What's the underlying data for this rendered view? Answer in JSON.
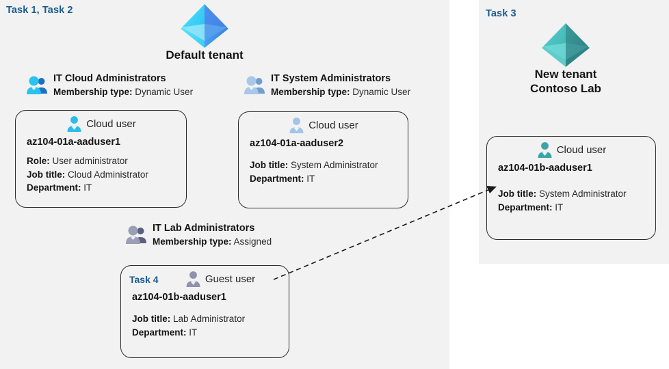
{
  "colors": {
    "panel_background": "#f2f2f2",
    "page_background": "#ffffff",
    "task_label": "#1a5b8f",
    "text_primary": "#141414",
    "text_secondary": "#2a2a2a",
    "card_border": "#2b2b2b",
    "default_tenant_icon": "#2fc8f5",
    "new_tenant_icon": "#35a8a8",
    "cloud_user_icon_bright": "#29b6e8",
    "cloud_user_icon_muted": "#9fc0e0",
    "cloud_user_icon_teal": "#3aa6a6",
    "guest_user_icon": "#8e92ab"
  },
  "panels": {
    "left": {
      "task_label": "Task 1, Task 2"
    },
    "right": {
      "task_label": "Task 3"
    }
  },
  "tenants": {
    "default": {
      "icon": "azure-ad-tenant-icon",
      "name_line1": "Default tenant",
      "name_line2": ""
    },
    "new": {
      "icon": "azure-ad-tenant-icon",
      "name_line1": "New  tenant",
      "name_line2": "Contoso Lab"
    }
  },
  "groups": [
    {
      "id": "it-cloud-administrators",
      "icon": "group-users-icon",
      "name": "IT Cloud Administrators",
      "membership_label": "Membership type:",
      "membership_value": "Dynamic User"
    },
    {
      "id": "it-system-administrators",
      "icon": "group-users-icon",
      "name": "IT System Administrators",
      "membership_label": "Membership type:",
      "membership_value": "Dynamic User"
    },
    {
      "id": "it-lab-administrators",
      "icon": "group-users-icon",
      "name": "IT Lab Administrators",
      "membership_label": "Membership type:",
      "membership_value": "Assigned"
    }
  ],
  "cards": [
    {
      "id": "az104-01a-aaduser1",
      "task_badge": "",
      "user_type_icon": "cloud-user-icon",
      "user_type": "Cloud user",
      "upn": "az104-01a-aaduser1",
      "attributes": [
        {
          "label": "Role:",
          "value": "User administrator"
        },
        {
          "label": "Job title:",
          "value": "Cloud Administrator"
        },
        {
          "label": "Department:",
          "value": "IT"
        }
      ]
    },
    {
      "id": "az104-01a-aaduser2",
      "task_badge": "",
      "user_type_icon": "cloud-user-icon",
      "user_type": "Cloud user",
      "upn": "az104-01a-aaduser2",
      "attributes": [
        {
          "label": "Job title:",
          "value": "System Administrator"
        },
        {
          "label": "Department:",
          "value": "IT"
        }
      ]
    },
    {
      "id": "az104-01b-aaduser1-guest",
      "task_badge": "Task 4",
      "user_type_icon": "guest-user-icon",
      "user_type": "Guest user",
      "upn": "az104-01b-aaduser1",
      "attributes": [
        {
          "label": "Job title:",
          "value": "Lab Administrator"
        },
        {
          "label": "Department:",
          "value": "IT"
        }
      ]
    },
    {
      "id": "az104-01b-aaduser1-tenant",
      "task_badge": "",
      "user_type_icon": "cloud-user-icon",
      "user_type": "Cloud user",
      "upn": "az104-01b-aaduser1",
      "attributes": [
        {
          "label": "Job title:",
          "value": "System Administrator"
        },
        {
          "label": "Department:",
          "value": "IT"
        }
      ]
    }
  ],
  "connector": {
    "icon": "dashed-arrow-icon",
    "style": "dashed",
    "from": "guest-user-card",
    "to": "new-tenant-user-card"
  }
}
